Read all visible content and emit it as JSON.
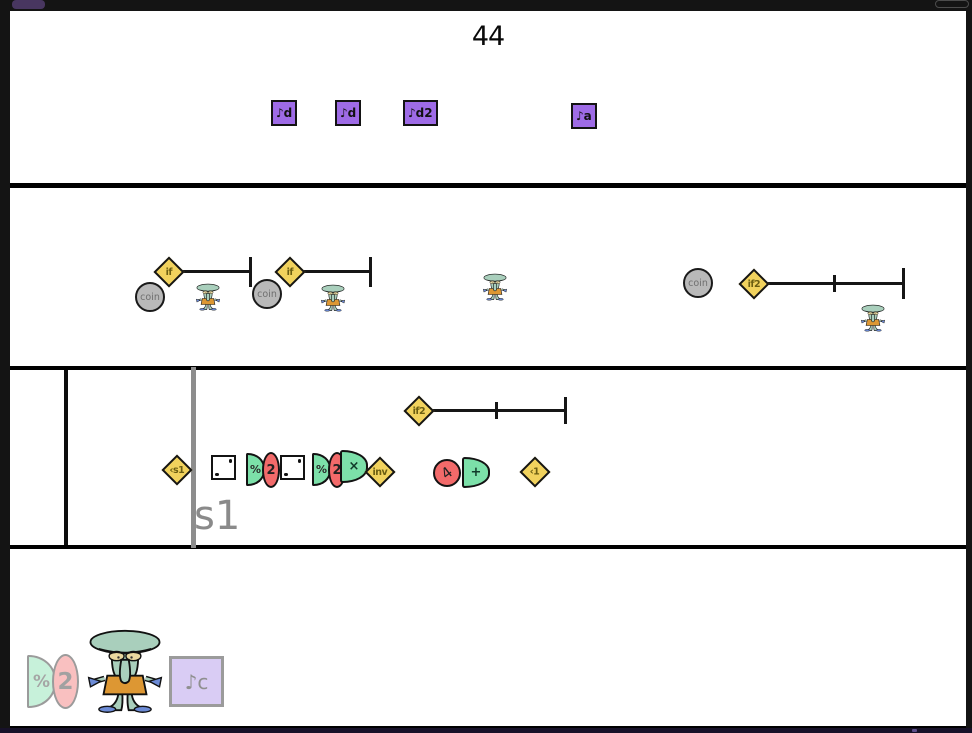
{
  "app": {
    "background": "#141414",
    "canvas": "#ffffff",
    "bottom_strip": "#171129"
  },
  "colors": {
    "diamond_yellow": "#f1d25d",
    "mint_green": "#7ce0a9",
    "salmon_red": "#f26a6a",
    "note_purple": "#9e6be6",
    "note_purple_faded": "#d9ccf4",
    "coin_gray": "#b9b9b9",
    "playhead_gray": "#8d8d8d"
  },
  "meter": {
    "value": "44"
  },
  "notes": {
    "items": [
      {
        "label": "♪d"
      },
      {
        "label": "♪d"
      },
      {
        "label": "♪d2"
      },
      {
        "label": "♪a"
      }
    ]
  },
  "triggers": {
    "if_a": "if",
    "if_b": "if",
    "if2": "if2",
    "coin_a": "coin",
    "coin_b": "coin",
    "coin_c": "coin"
  },
  "section": {
    "if2": "if2",
    "start_marker": "‹s1",
    "name": "s1",
    "mod_a": {
      "sign": "%",
      "num": "2"
    },
    "mod_b": {
      "sign": "%",
      "num": "2"
    },
    "multiply": "×",
    "invert": "inv",
    "count": "4",
    "add": "+",
    "goto": "‹1"
  },
  "palette": {
    "mod": {
      "sign": "%",
      "num": "2"
    },
    "note": "♪c"
  },
  "icons": {
    "dice": "dice-2-icon",
    "sprite": "squidward-sprite",
    "music_note_glyph": "♪"
  }
}
